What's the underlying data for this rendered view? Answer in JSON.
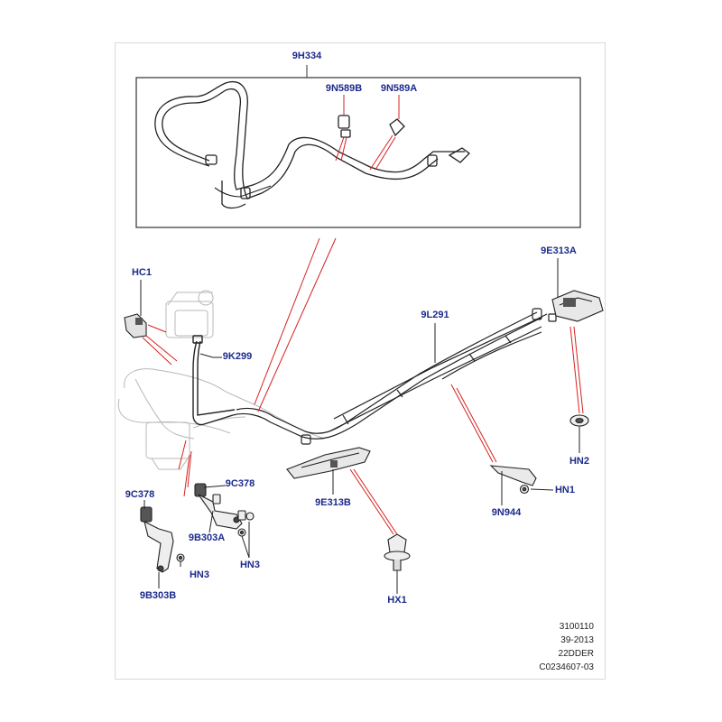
{
  "labels": {
    "9h334": "9H334",
    "9n589b": "9N589B",
    "9n589a": "9N589A",
    "hc1": "HC1",
    "9e313a": "9E313A",
    "9l291": "9L291",
    "9k299": "9K299",
    "9c378_left": "9C378",
    "9c378_right": "9C378",
    "9e313b": "9E313B",
    "9b303a": "9B303A",
    "hn3_left": "HN3",
    "hn3_right": "HN3",
    "9b303b": "9B303B",
    "hn2": "HN2",
    "hn1": "HN1",
    "9n944": "9N944",
    "hx1": "HX1"
  },
  "footer": {
    "line1": "3100110",
    "line2": "39-2013",
    "line3": "22DDER",
    "line4": "C0234607-03"
  },
  "colors": {
    "label": "#1c2a8c",
    "leader_red": "#d62020",
    "part_line": "#222222",
    "ghost_line": "#b8b8b8"
  }
}
